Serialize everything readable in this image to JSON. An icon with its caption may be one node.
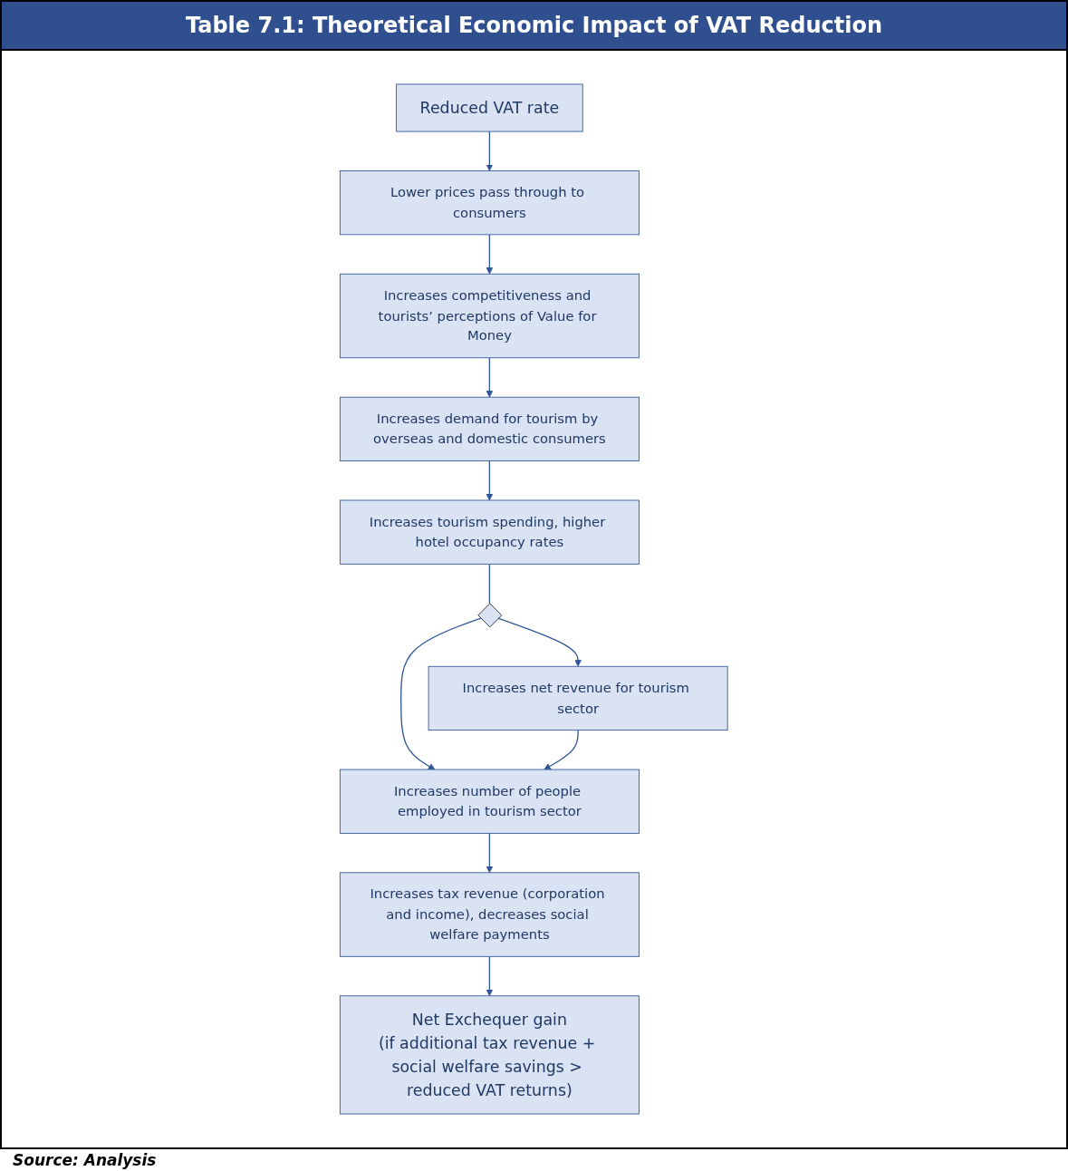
{
  "diagram": {
    "title": "Table 7.1: Theoretical Economic Impact of VAT Reduction",
    "caption": "Source: Analysis",
    "nodes": [
      {
        "text": [
          "Reduced VAT rate"
        ]
      },
      {
        "text": [
          "Lower prices pass through to consumers"
        ]
      },
      {
        "text": [
          "Increases competitiveness and tourists’ perceptions of Value for Money"
        ]
      },
      {
        "text": [
          "Increases demand for tourism by overseas and domestic consumers"
        ]
      },
      {
        "text": [
          "Increases tourism spending, higher hotel occupancy rates"
        ]
      },
      {
        "text": [],
        "shape": "diamond"
      },
      {
        "text": [
          "Increases net revenue for tourism sector"
        ]
      },
      {
        "text": [
          "Increases number of people employed in tourism sector"
        ]
      },
      {
        "text": [
          "Increases tax revenue (corporation and income), decreases social welfare payments"
        ]
      },
      {
        "text": [
          "Net Exchequer gain",
          "(if additional tax revenue + social welfare savings > reduced VAT returns)"
        ]
      }
    ],
    "edges": [
      {
        "from": 0,
        "to": 1,
        "arrow": "to"
      },
      {
        "from": 1,
        "to": 2,
        "arrow": "to"
      },
      {
        "from": 2,
        "to": 3,
        "arrow": "to"
      },
      {
        "from": 3,
        "to": 4,
        "arrow": "to"
      },
      {
        "from": 4,
        "to": 5,
        "arrow": "none"
      },
      {
        "from": 5,
        "to": 6,
        "arrow": "to"
      },
      {
        "from": 5,
        "to": 7,
        "arrow": "to"
      },
      {
        "from": 6,
        "to": 7,
        "arrow": "to"
      },
      {
        "from": 7,
        "to": 8,
        "arrow": "to"
      },
      {
        "from": 8,
        "to": 9,
        "arrow": "to"
      }
    ]
  }
}
